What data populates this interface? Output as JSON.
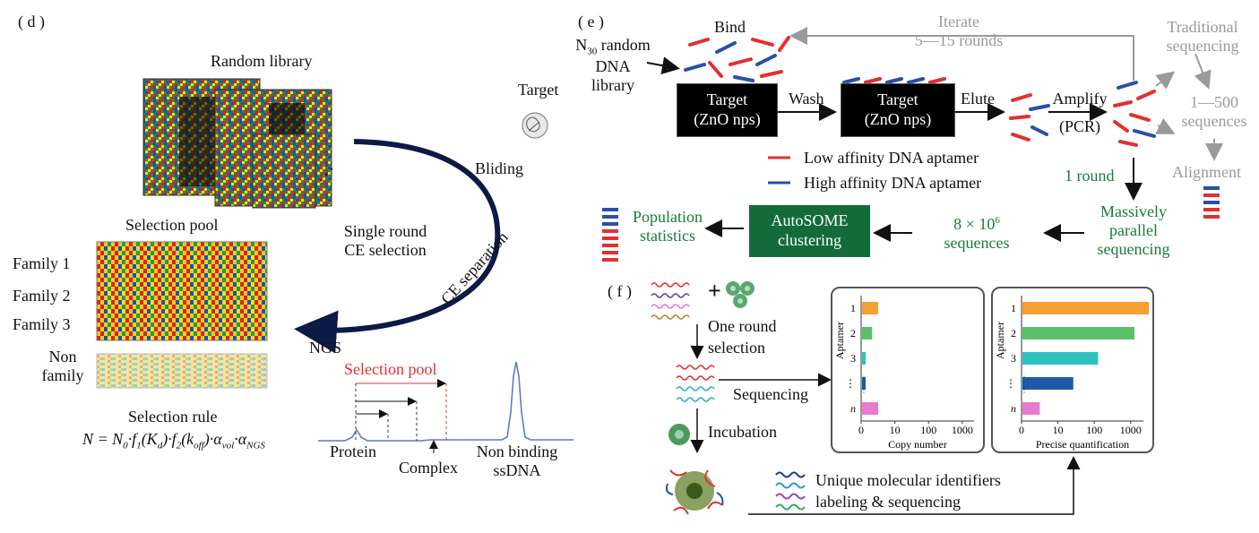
{
  "panel_d": {
    "label": "( d )",
    "random_library": "Random library",
    "dots": "⋰",
    "target": "Target",
    "bliding": "Bliding",
    "single_round": "Single round",
    "ce_selection": "CE selection",
    "ce_separation": "CE separation",
    "ngs": "NGS",
    "selection_pool_title": "Selection pool",
    "family1": "Family 1",
    "family2": "Family 2",
    "family3": "Family 3",
    "non": "Non",
    "family": "family",
    "selection_rule": "Selection rule",
    "formula": "N = N₀·f₁(K_d)·f₂(k_off)·α_vol·α_NGS",
    "formula_parts": {
      "a": "N = N",
      "a_sub": "0",
      "b": "·f",
      "b_sub": "1",
      "c": "(K",
      "c_sub": "d",
      "d": ")·f",
      "d_sub": "2",
      "e": "(k",
      "e_sub": "off",
      "f": ")·α",
      "f_sub": "vol",
      "g": "·α",
      "g_sub": "NGS"
    },
    "electro_selection_pool": "Selection pool",
    "protein": "Protein",
    "complex": "Complex",
    "non_binding": "Non binding",
    "ssdna": "ssDNA"
  },
  "panel_e": {
    "label": "( e )",
    "n30_a": "N",
    "n30_sub": "30",
    "n30_b": " random",
    "dna": "DNA",
    "library": "library",
    "bind": "Bind",
    "iterate": "Iterate",
    "rounds": "5—15 rounds",
    "target1_l1": "Target",
    "target1_l2": "(ZnO nps)",
    "wash": "Wash",
    "target2_l1": "Target",
    "target2_l2": "(ZnO nps)",
    "elute": "Elute",
    "amplify": "Amplify",
    "pcr": "(PCR)",
    "traditional": "Traditional",
    "sequencing": "sequencing",
    "range_seq": "1—500",
    "sequences_gray": "sequences",
    "alignment": "Alignment",
    "low_affinity": "Low affinity DNA aptamer",
    "high_affinity": "High affinity DNA aptamer",
    "one_round": "1 round",
    "massively": "Massively",
    "parallel": "parallel",
    "sequencing2": "sequencing",
    "eight": "8 × 10",
    "eight_sup": "6",
    "sequences": "sequences",
    "autosome1": "AutoSOME",
    "autosome2": "clustering",
    "population": "Population",
    "statistics": "statistics"
  },
  "panel_f": {
    "label": "( f )",
    "plus": "+",
    "one_round": "One round",
    "selection": "selection",
    "sequencing": "Sequencing",
    "incubation": "Incubation",
    "umi1": "Unique molecular identifiers",
    "umi2": "labeling & sequencing",
    "chart_left_xlabel": "Copy number",
    "chart_right_xlabel": "Precise quantification",
    "ylabel": "Aptamer"
  },
  "colors": {
    "red": "#e23030",
    "blue": "#2a4fa8",
    "green": "#146b3a",
    "gray": "#9a9a9a",
    "orange": "#f5a030",
    "lightgreen": "#5cc06a",
    "teal": "#30c0c0",
    "darkblue": "#1f5aa8",
    "pink": "#e87ad0"
  },
  "chart_data": [
    {
      "type": "bar",
      "orientation": "horizontal",
      "title": "",
      "xlabel": "Copy number",
      "ylabel": "Aptamer",
      "categories": [
        "1",
        "2",
        "3",
        "⋮",
        "n"
      ],
      "x_ticks": [
        "0",
        "10",
        "100",
        "1000"
      ],
      "x_scale": "log",
      "values": [
        3,
        2,
        1,
        1,
        3
      ],
      "colors": [
        "#f5a030",
        "#5cc06a",
        "#30c0c0",
        "#1f5aa8",
        "#e87ad0"
      ]
    },
    {
      "type": "bar",
      "orientation": "horizontal",
      "title": "",
      "xlabel": "Precise quantification",
      "ylabel": "Aptamer",
      "categories": [
        "1",
        "2",
        "3",
        "⋮",
        "n"
      ],
      "x_ticks": [
        "0",
        "10",
        "100",
        "1000"
      ],
      "x_scale": "log",
      "values": [
        3000,
        1200,
        120,
        25,
        3
      ],
      "colors": [
        "#f5a030",
        "#5cc06a",
        "#30c0c0",
        "#1f5aa8",
        "#e87ad0"
      ]
    }
  ]
}
